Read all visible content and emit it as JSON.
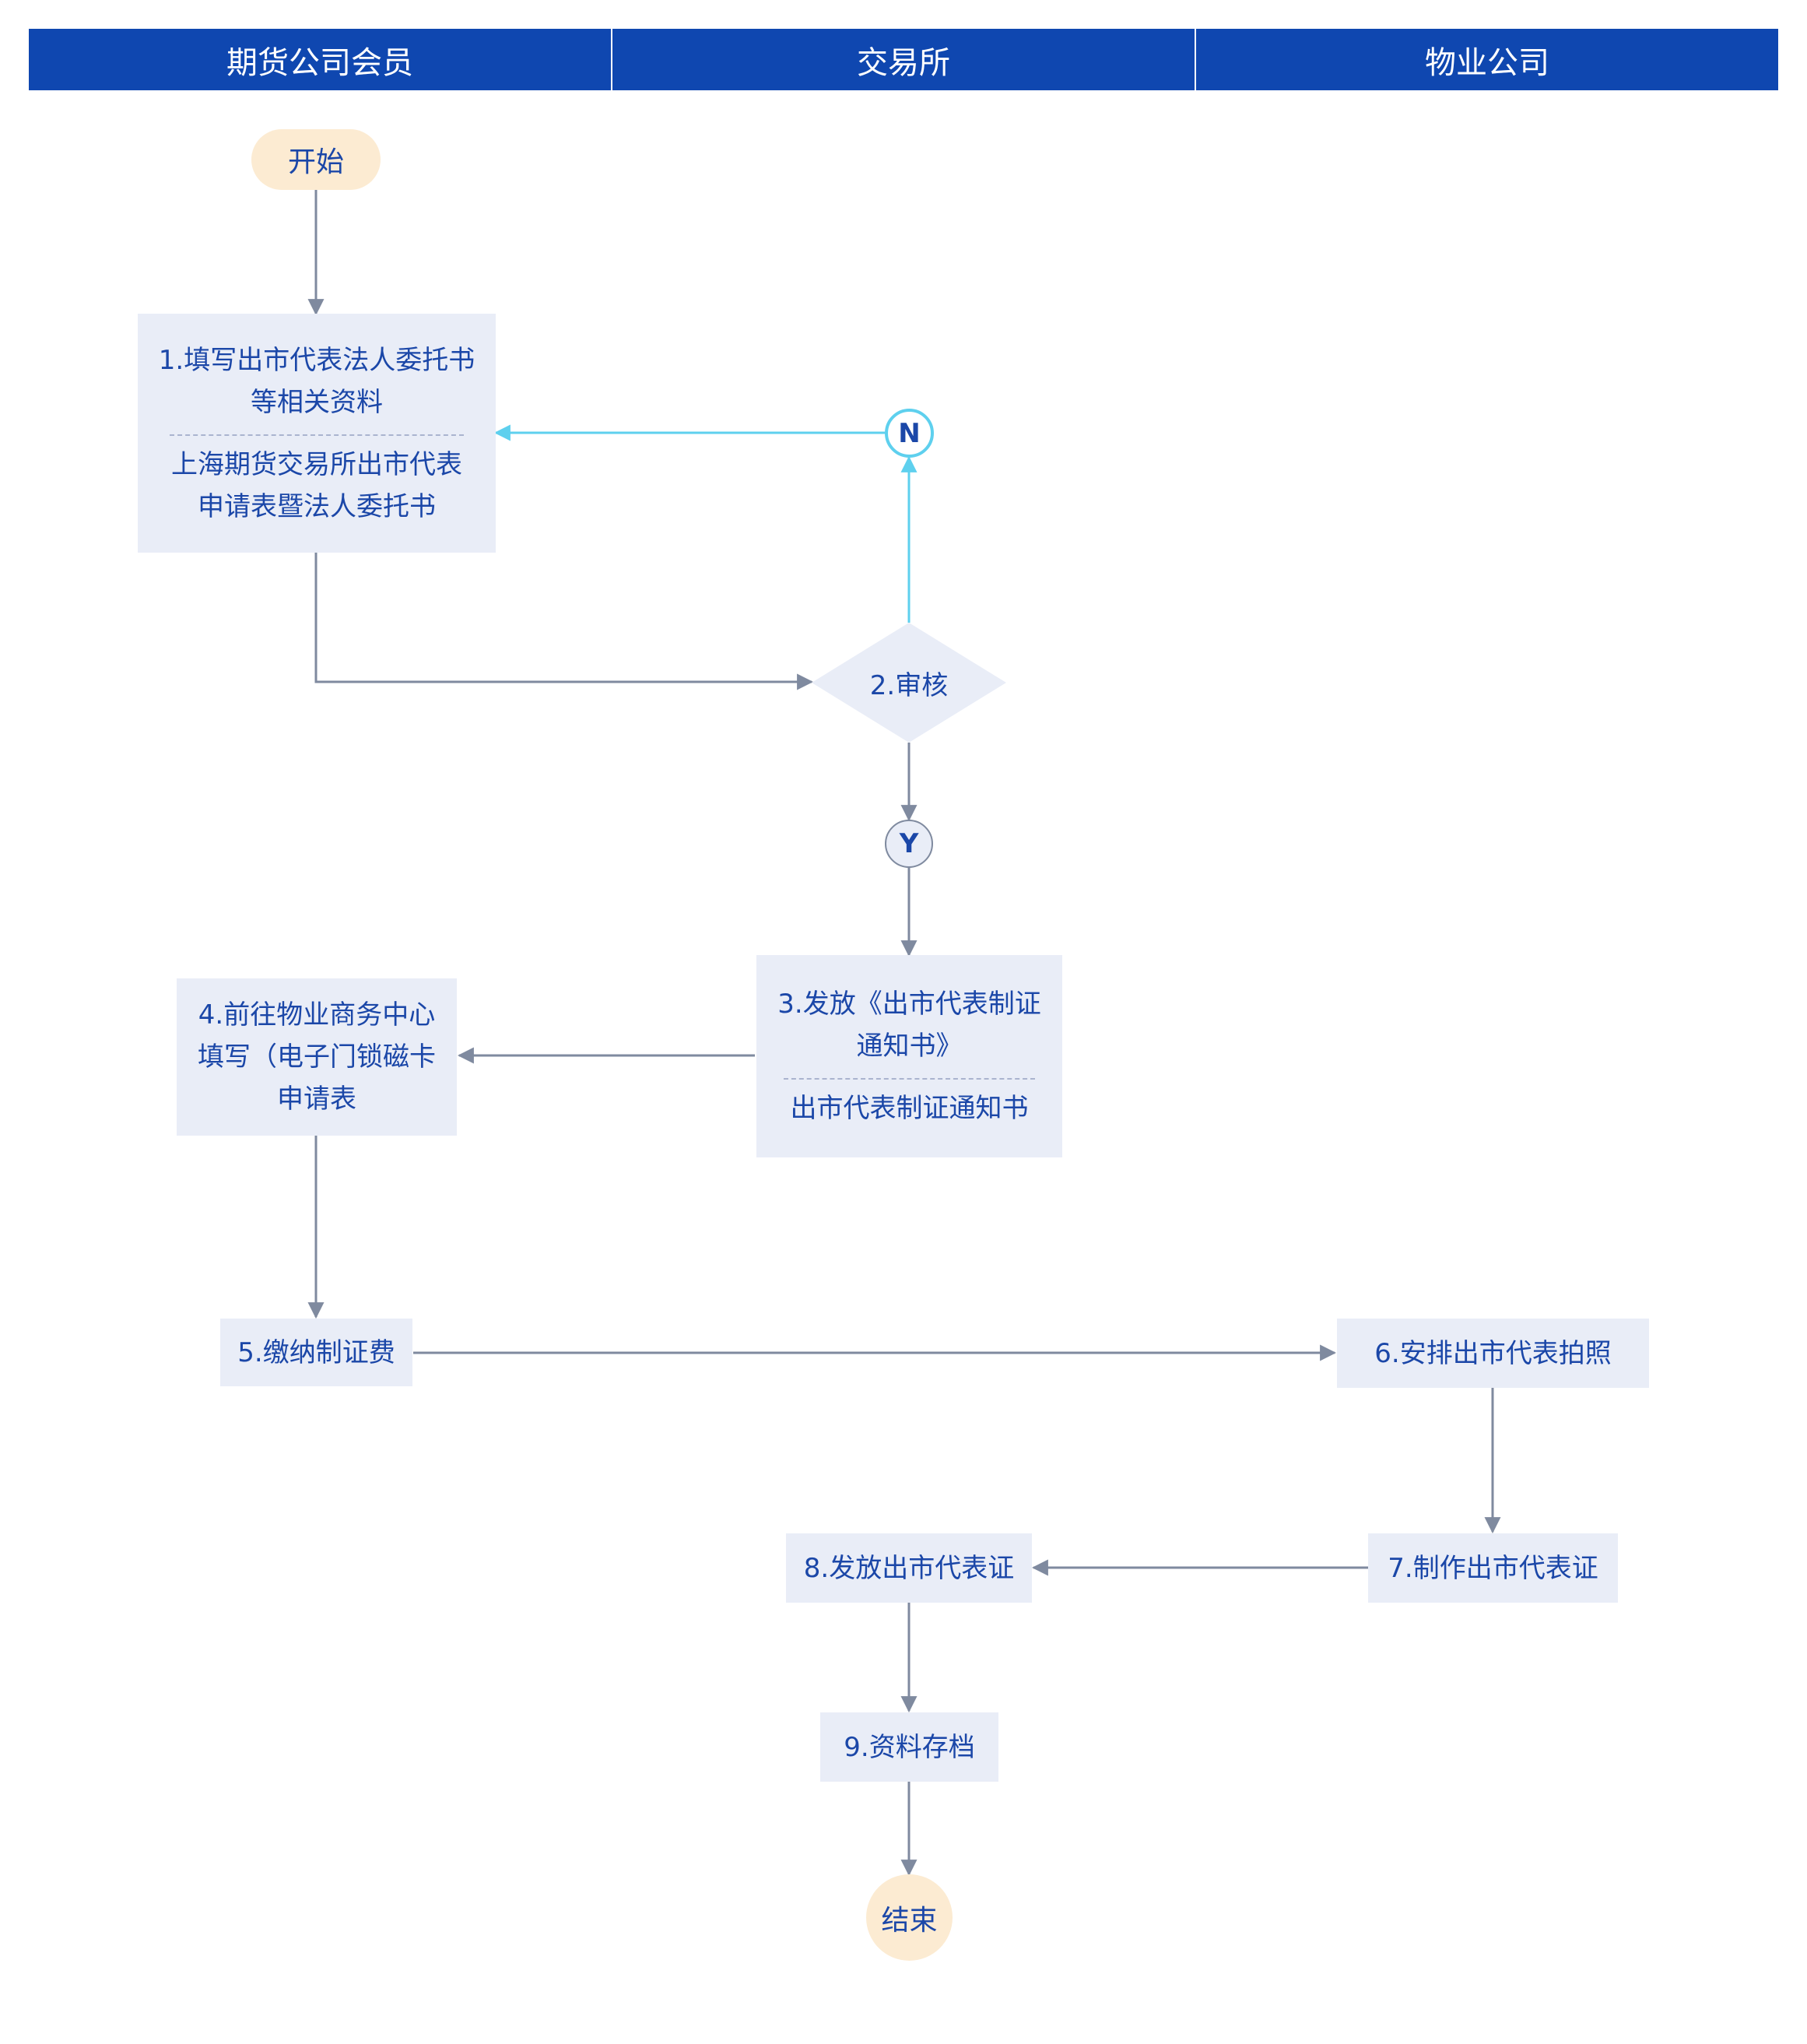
{
  "lanes": [
    "期货公司会员",
    "交易所",
    "物业公司"
  ],
  "start_label": "开始",
  "end_label": "结束",
  "steps": {
    "s1_title": "1.填写出市代表法人委托书\n等相关资料",
    "s1_doc": "上海期货交易所出市代表\n申请表暨法人委托书",
    "s2_title": "2.审核",
    "s3_title": "3.发放《出市代表制证\n通知书》",
    "s3_doc": "出市代表制证通知书",
    "s4_title": "4.前往物业商务中心\n填写（电子门锁磁卡\n申请表",
    "s5_title": "5.缴纳制证费",
    "s6_title": "6.安排出市代表拍照",
    "s7_title": "7.制作出市代表证",
    "s8_title": "8.发放出市代表证",
    "s9_title": "9.资料存档"
  },
  "branches": {
    "no": "N",
    "yes": "Y"
  },
  "colors": {
    "header": "#0f47b0",
    "node_fill": "#e9edf7",
    "terminal_fill": "#fcebd2",
    "text": "#1b47a8",
    "arrow": "#7f8a9f",
    "reject_arrow": "#5ed0ee"
  }
}
